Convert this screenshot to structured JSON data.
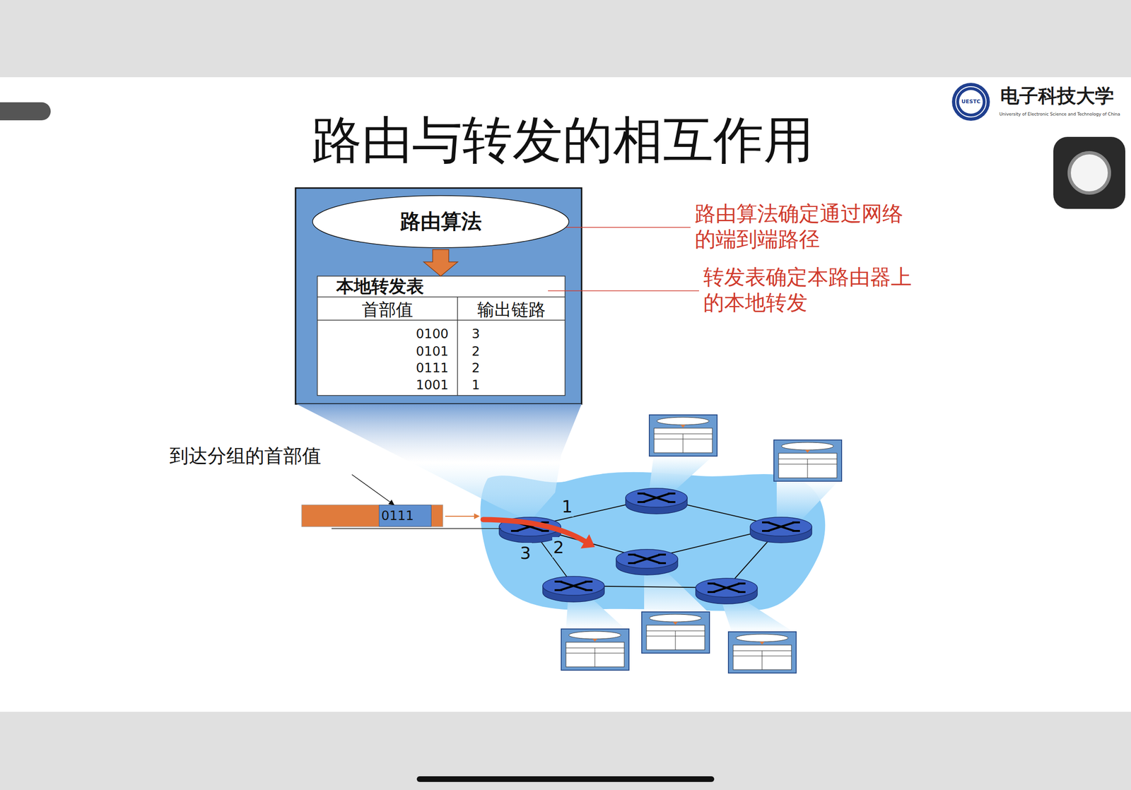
{
  "diagram": {
    "title": "路由与转发的相互作用",
    "nodes": [
      {
        "text": [
          "路由算法"
        ]
      },
      {
        "text": [
          "本地转发表"
        ]
      },
      {
        "text": [
          "0111"
        ]
      }
    ],
    "edges": [
      {
        "from": 0,
        "to": 1,
        "arrow": "to"
      }
    ],
    "labels": [
      "电子科技大学",
      "University of Electronic Science and Technology of China",
      "UESTC",
      "路由算法确定通过网络 的端到端路径",
      "转发表确定本路由器上 的本地转发",
      "首部值",
      "输出链路",
      "0100",
      "3",
      "0101",
      "2",
      "0111",
      "2",
      "1001",
      "1",
      "到达分组的首部值",
      "1",
      "2",
      "3"
    ]
  }
}
